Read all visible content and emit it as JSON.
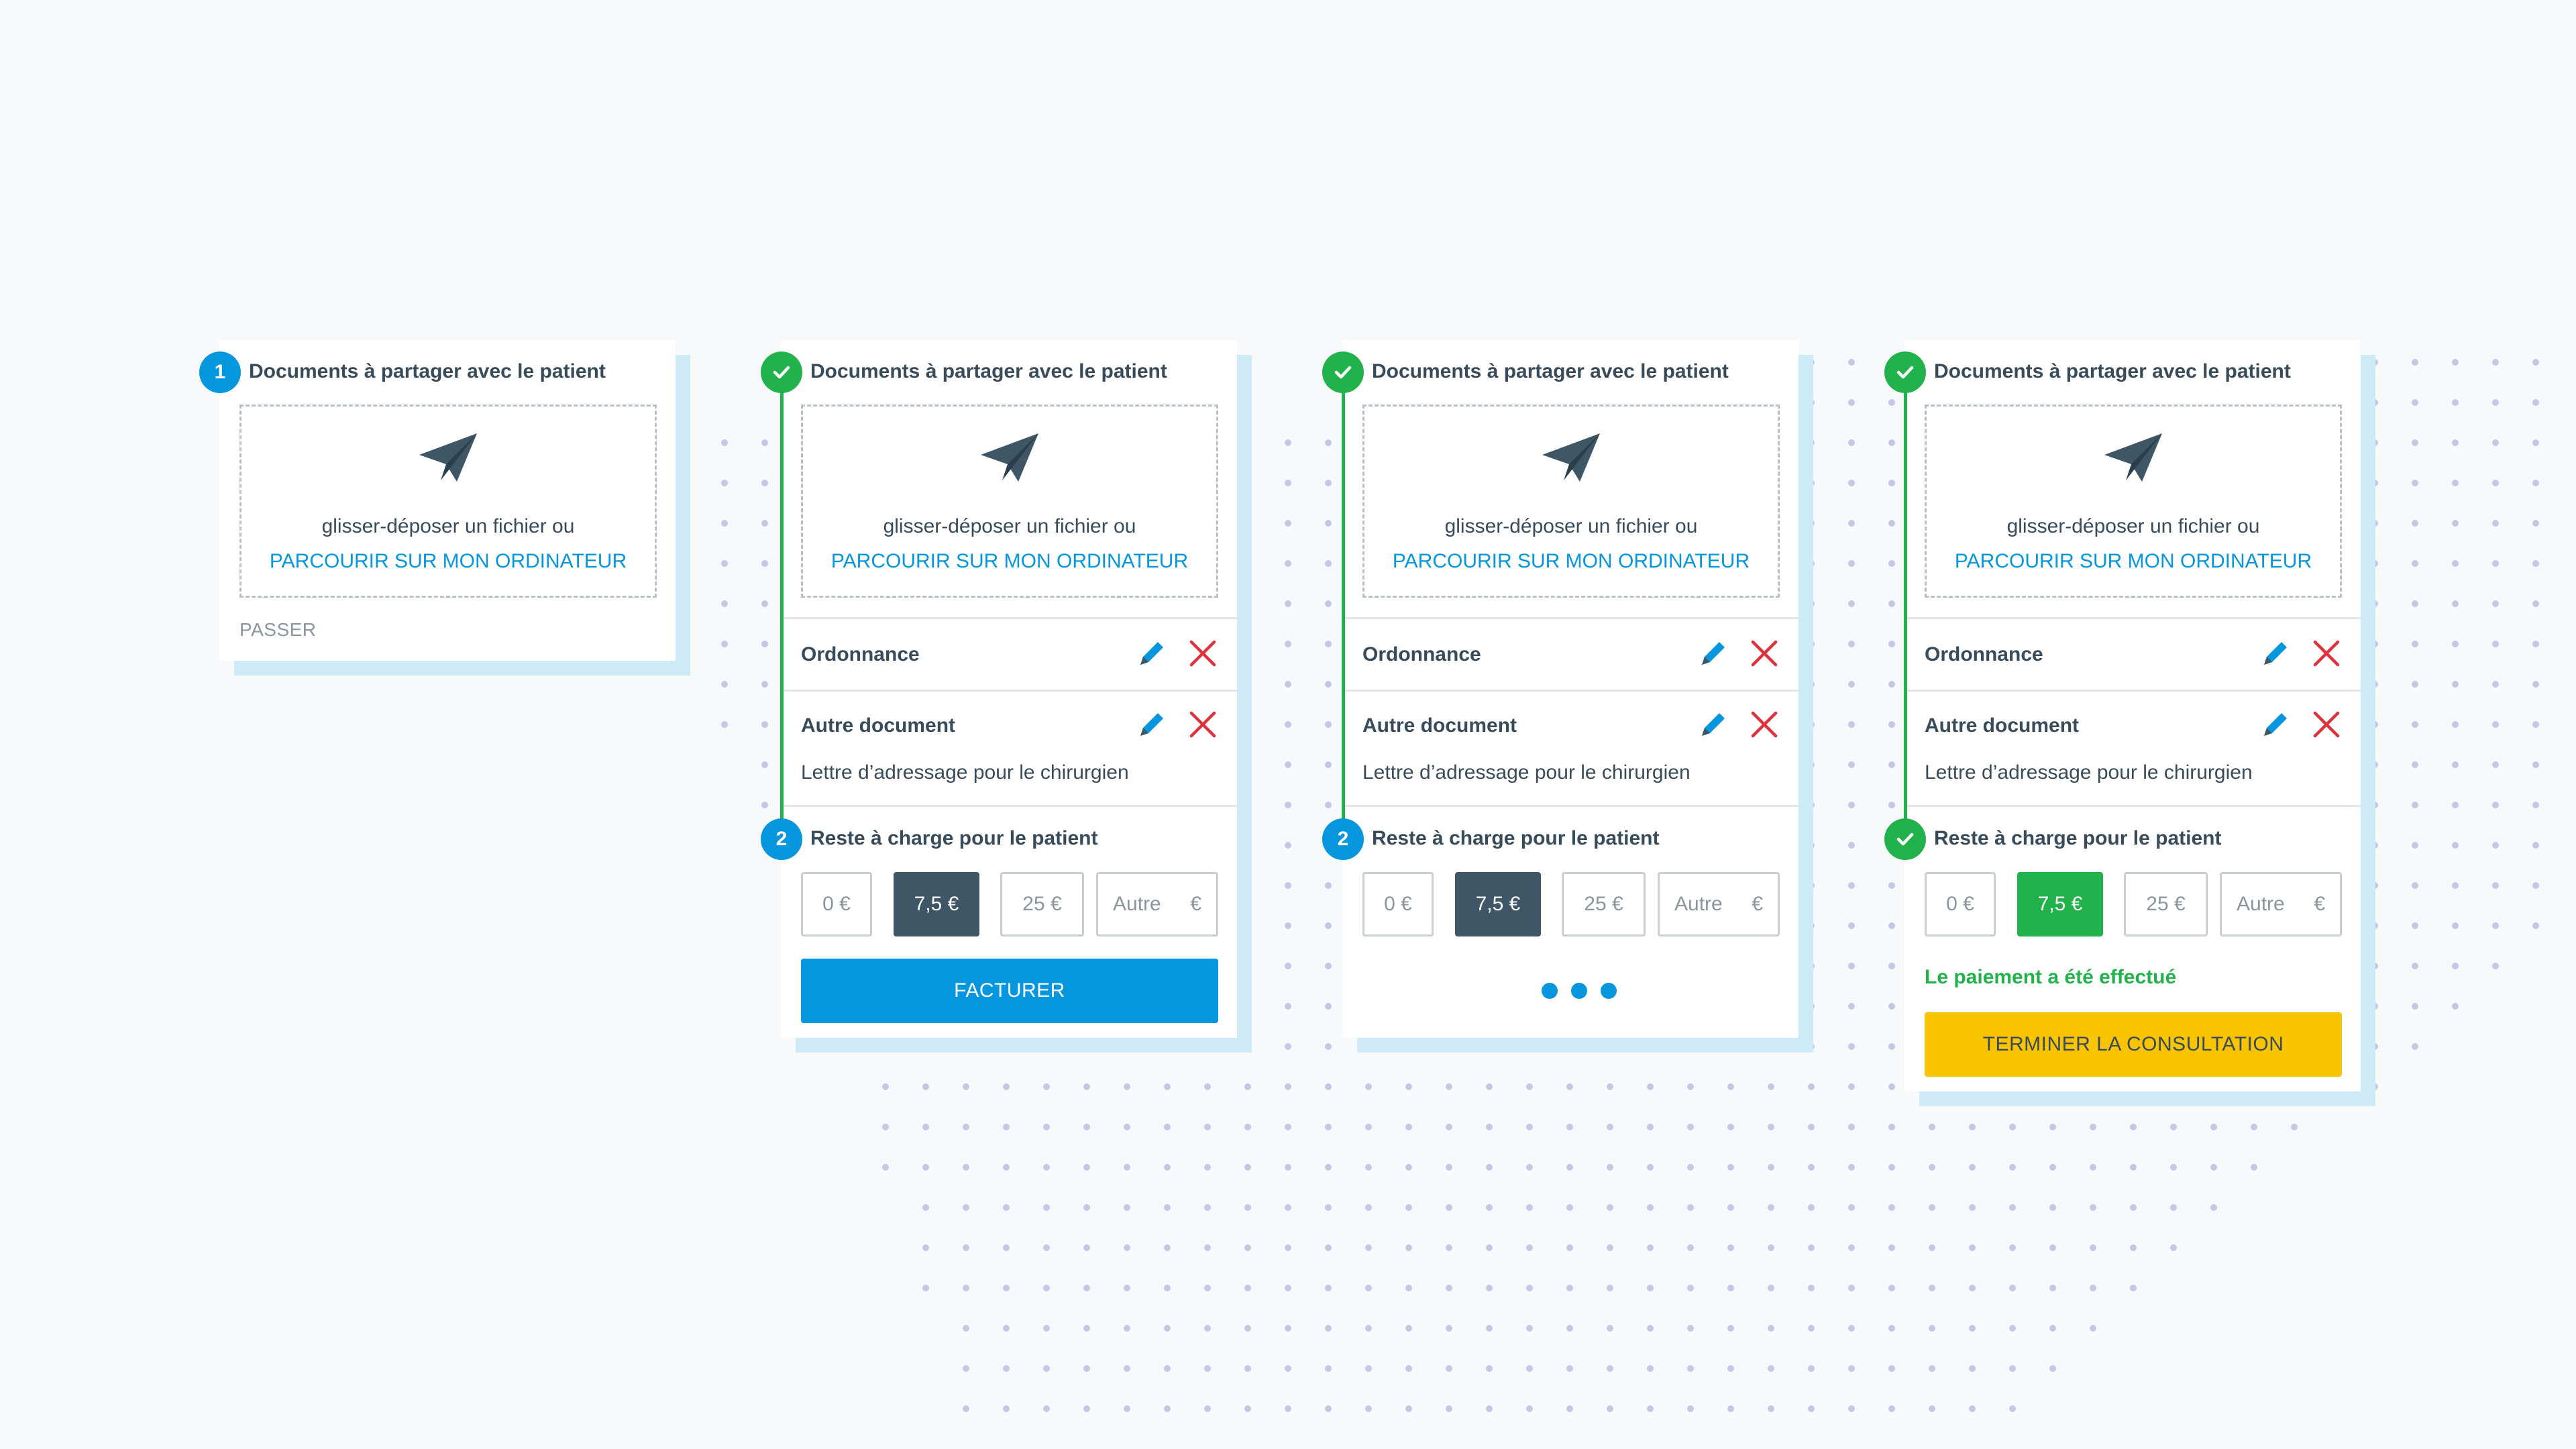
{
  "colors": {
    "accent_blue": "#0596de",
    "success_green": "#22b24c",
    "selected_dark": "#3f5666",
    "cta_yellow": "#fbc400",
    "delete_red": "#e0323c",
    "shadow_blue": "#cdeaf6",
    "dot_purple": "#c5c7e6"
  },
  "icons": {
    "upload": "paper-plane-icon",
    "edit": "pencil-icon",
    "delete": "close-icon",
    "done": "check-icon"
  },
  "cards": [
    {
      "step1_badge": "1",
      "title": "Documents à partager avec le patient",
      "drop_text": "glisser-déposer un fichier ou",
      "browse_label": "PARCOURIR SUR MON ORDINATEUR",
      "skip_label": "PASSER"
    },
    {
      "title": "Documents à partager avec le patient",
      "drop_text": "glisser-déposer un fichier ou",
      "browse_label": "PARCOURIR SUR MON ORDINATEUR",
      "doc1_label": "Ordonnance",
      "doc2_label": "Autre document",
      "doc2_sub": "Lettre d’adressage pour le chirurgien",
      "step2_badge": "2",
      "charge_title": "Reste à charge pour le patient",
      "amounts": [
        "0 €",
        "7,5 €",
        "25 €"
      ],
      "selected_amount": "7,5 €",
      "other_placeholder": "Autre",
      "other_currency": "€",
      "bill_label": "FACTURER"
    },
    {
      "title": "Documents à partager avec le patient",
      "drop_text": "glisser-déposer un fichier ou",
      "browse_label": "PARCOURIR SUR MON ORDINATEUR",
      "doc1_label": "Ordonnance",
      "doc2_label": "Autre document",
      "doc2_sub": "Lettre d’adressage pour le chirurgien",
      "step2_badge": "2",
      "charge_title": "Reste à charge pour le patient",
      "amounts": [
        "0 €",
        "7,5 €",
        "25 €"
      ],
      "selected_amount": "7,5 €",
      "other_placeholder": "Autre",
      "other_currency": "€",
      "status": "loading"
    },
    {
      "title": "Documents à partager avec le patient",
      "drop_text": "glisser-déposer un fichier ou",
      "browse_label": "PARCOURIR SUR MON ORDINATEUR",
      "doc1_label": "Ordonnance",
      "doc2_label": "Autre document",
      "doc2_sub": "Lettre d’adressage pour le chirurgien",
      "charge_title": "Reste à charge pour le patient",
      "amounts": [
        "0 €",
        "7,5 €",
        "25 €"
      ],
      "selected_amount": "7,5 €",
      "other_placeholder": "Autre",
      "other_currency": "€",
      "paid_message": "Le paiement a été effectué",
      "finish_label": "TERMINER LA CONSULTATION"
    }
  ]
}
